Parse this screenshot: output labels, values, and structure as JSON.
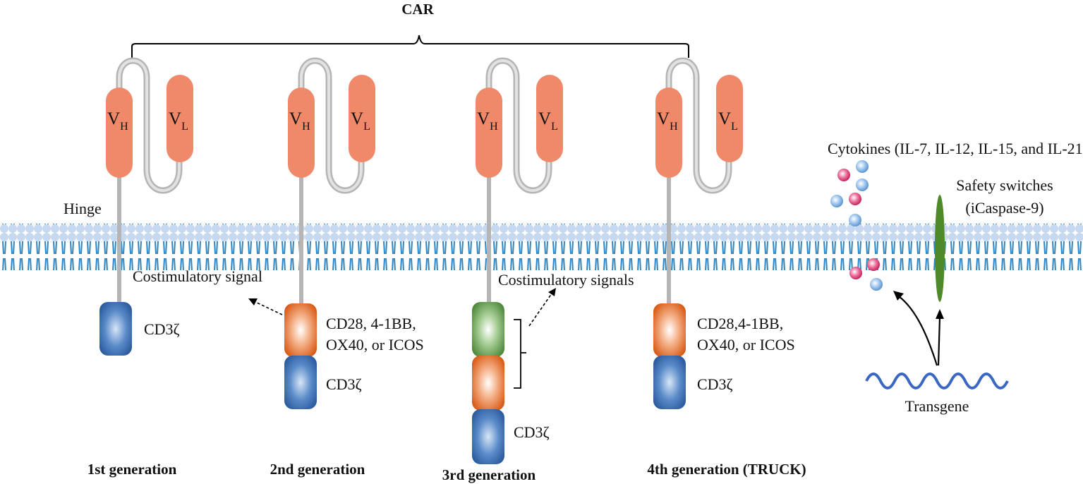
{
  "title": "CAR",
  "hinge_label": "Hinge",
  "vh": {
    "main": "V",
    "sub": "H"
  },
  "vl": {
    "main": "V",
    "sub": "L"
  },
  "cd3z_label": "CD3ζ",
  "gen1": {
    "label": "1st  generation"
  },
  "gen2": {
    "label": "2nd  generation",
    "costim_signal": "Costimulatory signal",
    "costim_line1": "CD28, 4-1BB,",
    "costim_line2": "OX40, or ICOS"
  },
  "gen3": {
    "label": "3rd generation",
    "costim_signals": "Costimulatory signals"
  },
  "gen4": {
    "label": "4th generation (TRUCK)",
    "costim_line1": "CD28,4-1BB,",
    "costim_line2": "OX40, or ICOS"
  },
  "cytokines_label": "Cytokines (IL-7, IL-12, IL-15, and IL-21)",
  "safety_line1": "Safety switches",
  "safety_line2": "(iCaspase-9)",
  "transgene_label": "Transgene",
  "colors": {
    "vdomain": "#f0896a",
    "linker": "#b5b5b5",
    "cd3z": "#3f72b8",
    "costim_orange": "#e0661f",
    "costim_green": "#5f9a4c",
    "membrane_head": "#c6d9f1",
    "membrane_tail": "#2e86c1",
    "cytokine_pink": "#e0457b",
    "cytokine_blue": "#7fb2e5",
    "safety_green": "#4f8a2a",
    "transgene": "#3a66c4"
  }
}
